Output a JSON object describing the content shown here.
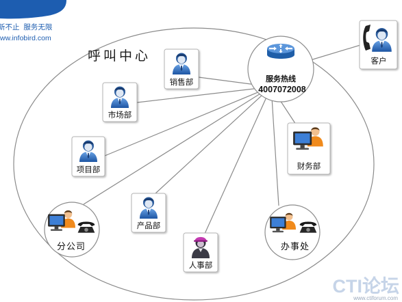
{
  "banner": {
    "slogan": "新不止  服务无限",
    "url": "ww.infobird.com"
  },
  "title": "呼叫中心",
  "hub": {
    "line1": "服务热线",
    "line2": "4007072008"
  },
  "customer": "客户",
  "departments": {
    "sales": "销售部",
    "marketing": "市场部",
    "project": "项目部",
    "product": "产品部",
    "hr": "人事部",
    "finance": "财务部"
  },
  "sites": {
    "branch": "分公司",
    "office": "办事处"
  },
  "watermark": {
    "logo": "CTI论坛",
    "url": "www.ctiforum.com"
  },
  "icons": {
    "hub": "router-icon",
    "person": "person-icon",
    "workstation": "workstation-icon",
    "phone": "telephone-icon",
    "handset": "phone-handset-icon"
  },
  "colors": {
    "brand_blue": "#1d5db0",
    "connector": "#8a8a8a",
    "watermark": "#c6d4e8"
  }
}
